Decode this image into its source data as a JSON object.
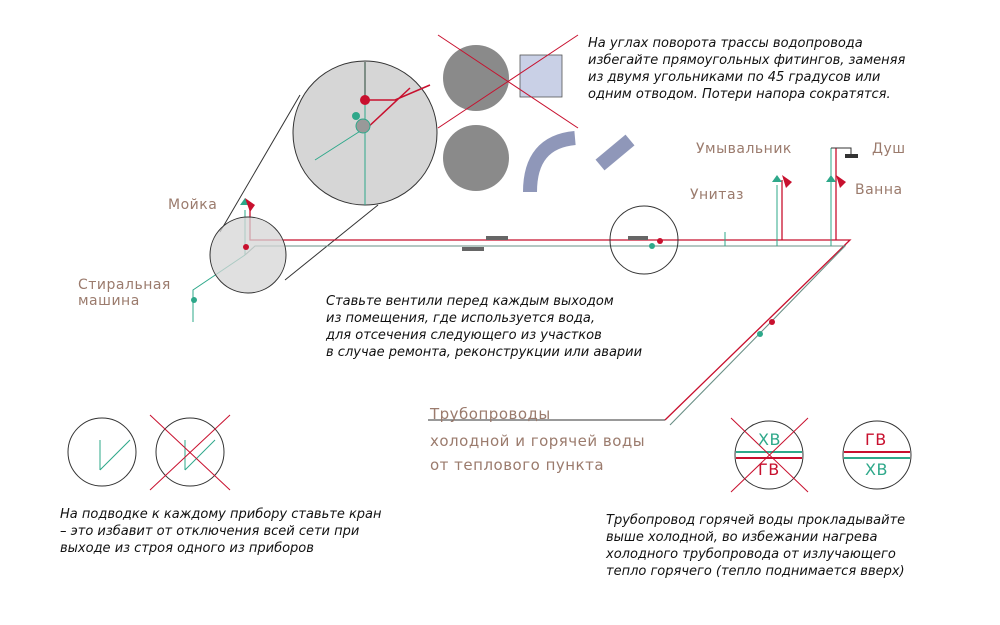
{
  "fixtures": {
    "sink": "Мойка",
    "washbasin": "Умывальник",
    "shower": "Душ",
    "toilet": "Унитаз",
    "bath": "Ванна",
    "washing_machine_l1": "Стиральная",
    "washing_machine_l2": "машина"
  },
  "supply_label": {
    "line1": "Трубопроводы",
    "line2": "холодной и горячей воды",
    "line3": "от теплового пункта"
  },
  "notes": {
    "fittings": [
      "На углах поворота трассы водопровода",
      "избегайте прямоугольных фитингов, заменяя",
      "из двумя угольниками по 45 градусов или",
      "одним отводом. Потери напора сократятся."
    ],
    "valves": [
      "Ставьте вентили перед каждым выходом",
      "из помещения, где используется вода,",
      "для отсечения следующего из участков",
      "в случае ремонта, реконструкции или аварии"
    ],
    "tap": [
      "На подводке к каждому прибору ставьте кран",
      "– это избавит от отключения всей сети при",
      "выходе из строя одного из приборов"
    ],
    "hot_pipe": [
      "Трубопровод горячей воды прокладывайте",
      "выше холодной, во избежании нагрева",
      "холодного трубопровода от излучающего",
      "тепло горячего (тепло поднимается вверх)"
    ]
  },
  "legend": {
    "wrong_top": "ХВ",
    "wrong_bottom": "ГВ",
    "right_top": "ГВ",
    "right_bottom": "ХВ"
  },
  "colors": {
    "hot": "#c8102e",
    "cold": "#2ea88a",
    "label": "#9b7b6d",
    "circle_fill": "#cfcfcf"
  }
}
